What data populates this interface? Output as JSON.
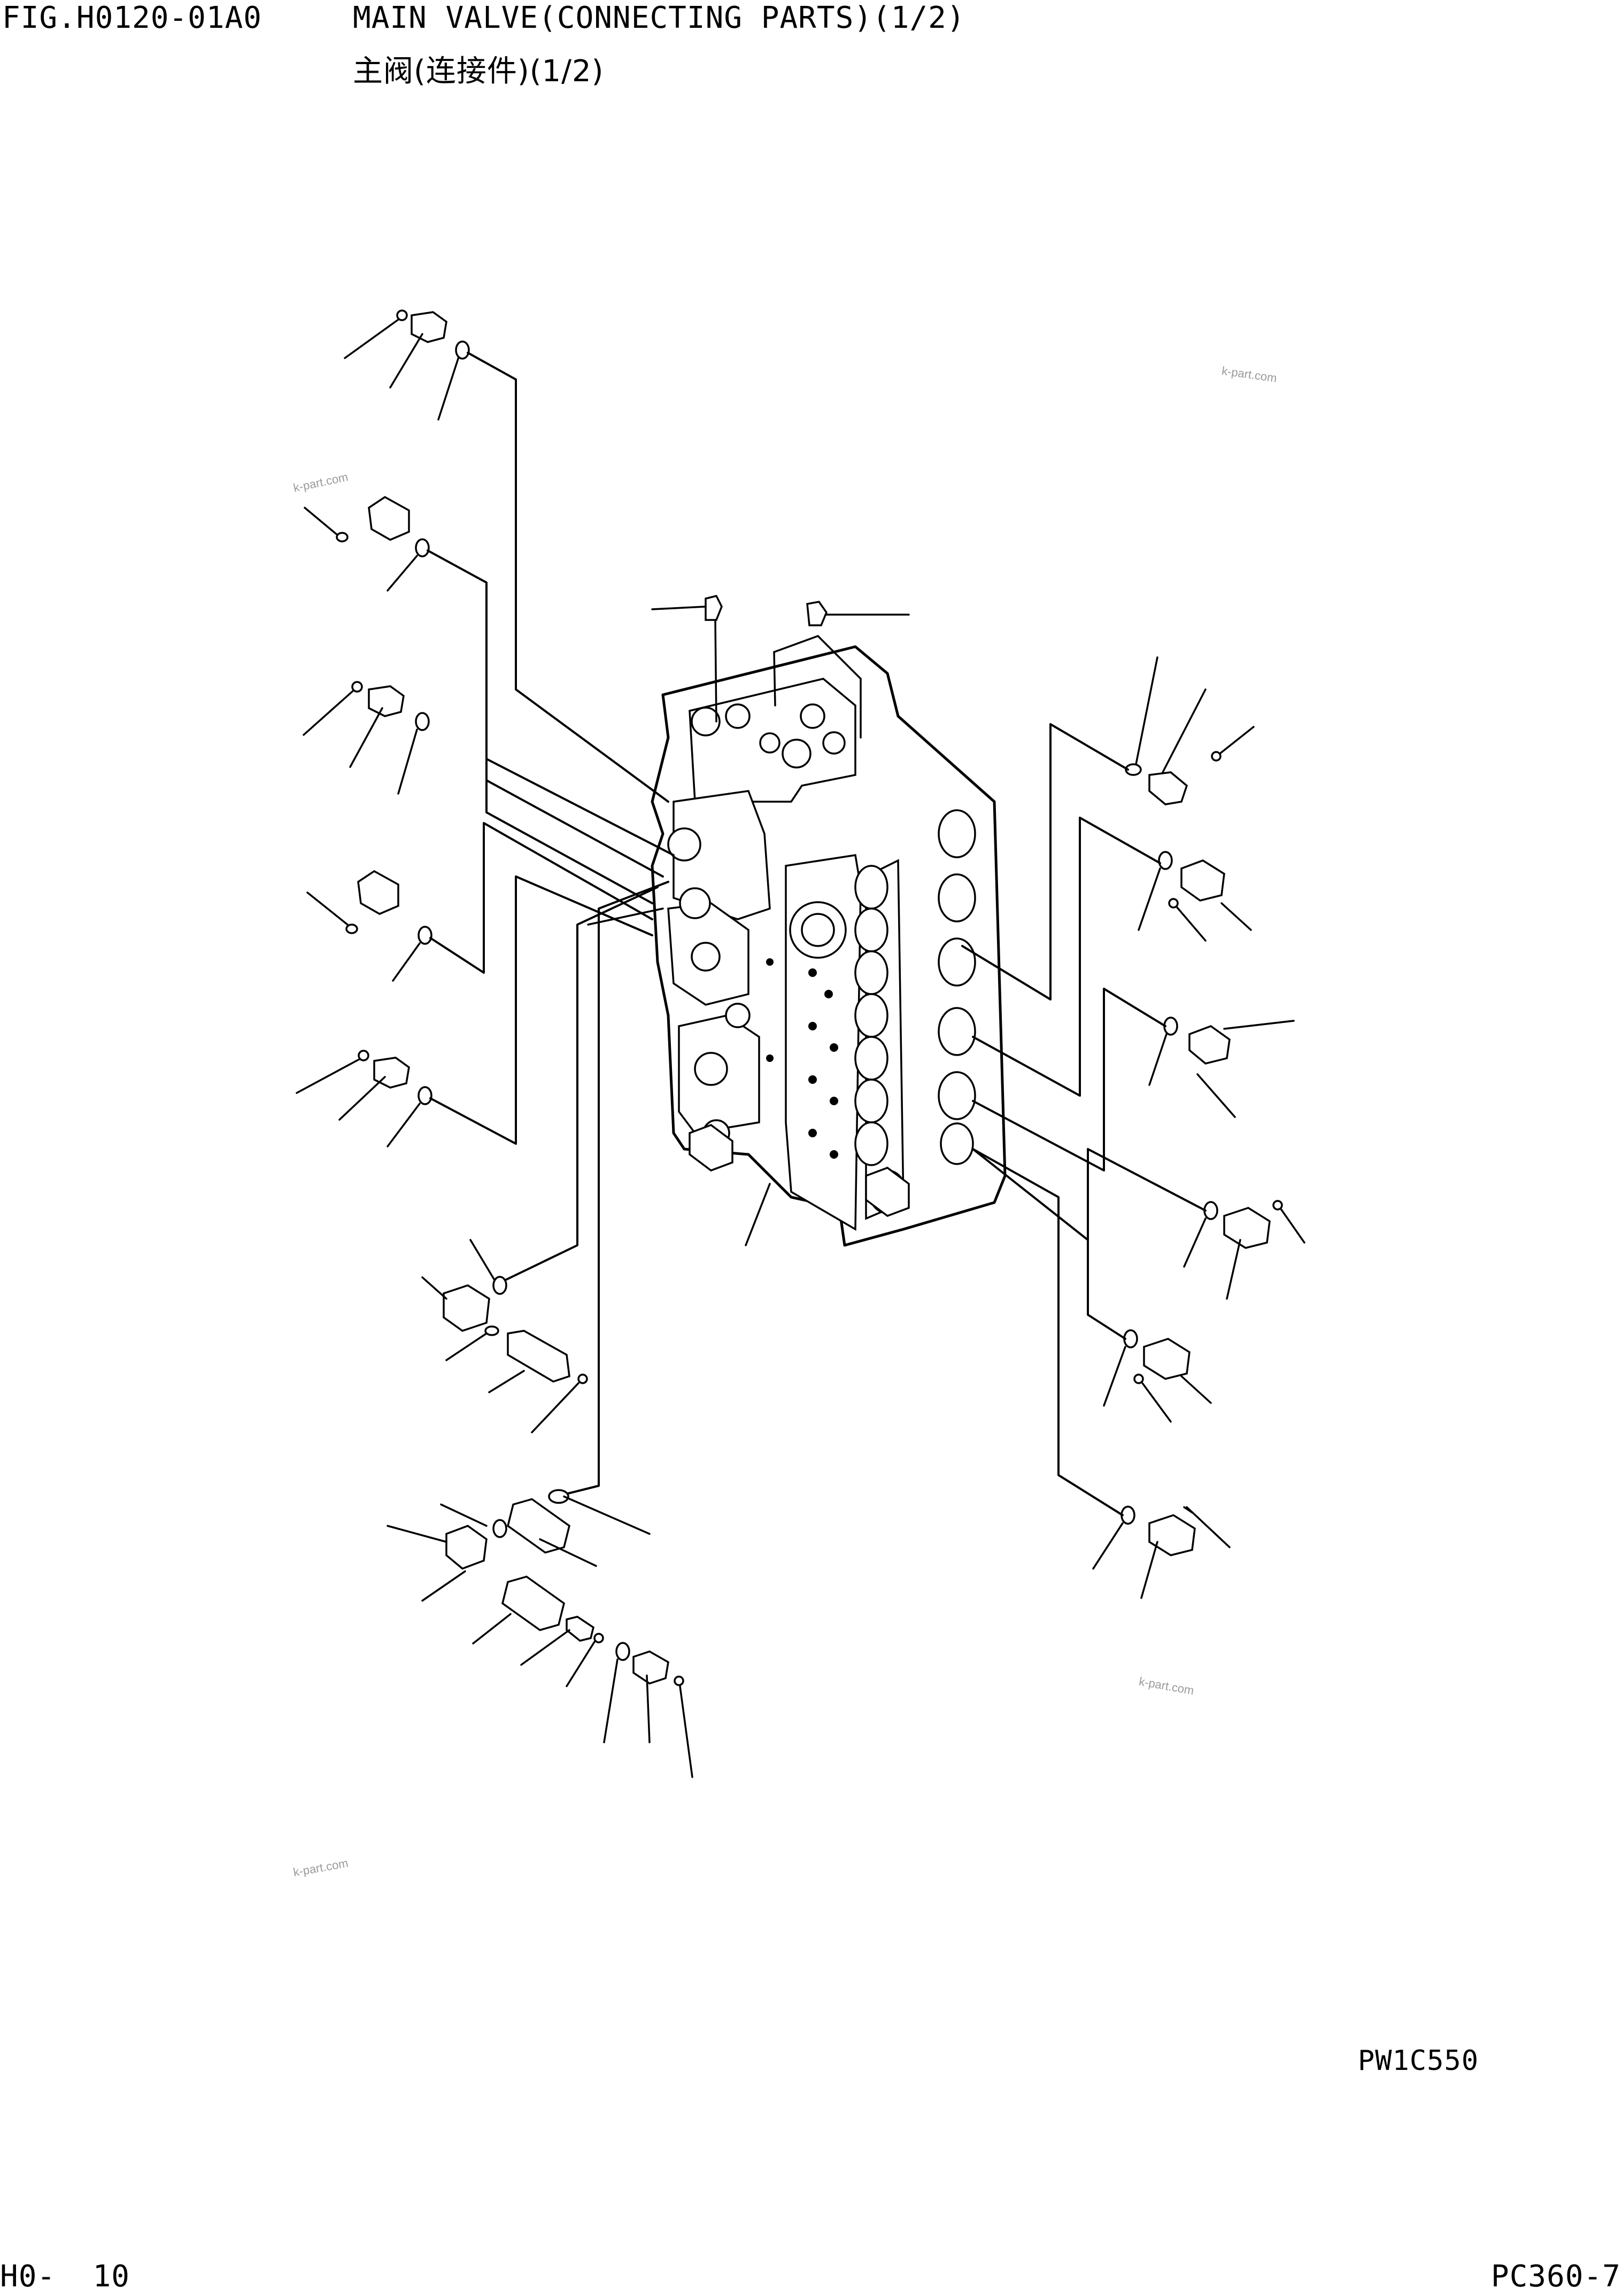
{
  "header": {
    "fig_code": "FIG.H0120-01A0",
    "title_en": "MAIN VALVE(CONNECTING PARTS)(1/2)",
    "title_cn": "主阀(连接件)(1/2)"
  },
  "drawing": {
    "drawing_id": "PW1C550",
    "watermark": "k-part.com"
  },
  "footer": {
    "page_no": "H0-  10",
    "model": "PC360-7"
  }
}
